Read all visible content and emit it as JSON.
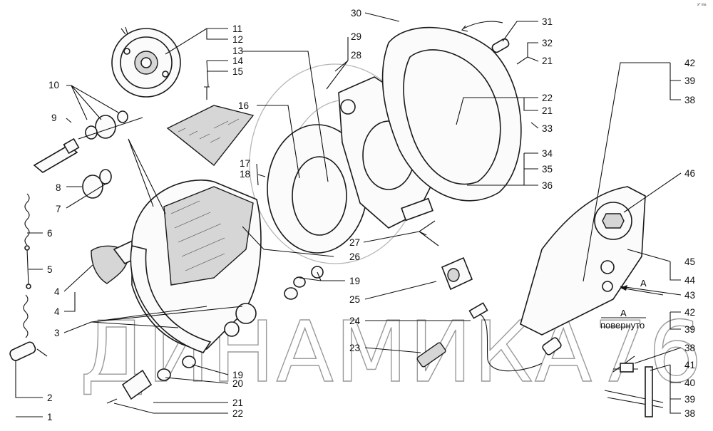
{
  "watermark": "ДИНАМИКА76",
  "corner_mark": "x* ms",
  "view_note": {
    "letter": "А",
    "caption": "повернуто",
    "arrow_label": "А"
  },
  "callouts": {
    "n1": "1",
    "n2": "2",
    "n3": "3",
    "n4a": "4",
    "n4b": "4",
    "n5": "5",
    "n6": "6",
    "n7": "7",
    "n8": "8",
    "n9": "9",
    "n10": "10",
    "n11": "11",
    "n12": "12",
    "n13": "13",
    "n14": "14",
    "n15": "15",
    "n16": "16",
    "n17": "17",
    "n18": "18",
    "n19a": "19",
    "n19b": "19",
    "n20": "20",
    "n21a": "21",
    "n22a": "22",
    "n23": "23",
    "n24": "24",
    "n25": "25",
    "n26": "26",
    "n27": "27",
    "n28": "28",
    "n29": "29",
    "n30": "30",
    "n31": "31",
    "n32": "32",
    "n21b": "21",
    "n22b": "22",
    "n21c": "21",
    "n33": "33",
    "n34": "34",
    "n35": "35",
    "n36": "36",
    "n42a": "42",
    "n39a": "39",
    "n38a": "38",
    "n46": "46",
    "n45": "45",
    "n44": "44",
    "n43": "43",
    "n42b": "42",
    "n39b": "39",
    "n38b": "38",
    "n41": "41",
    "n40": "40",
    "n39c": "39",
    "n38c": "38"
  }
}
